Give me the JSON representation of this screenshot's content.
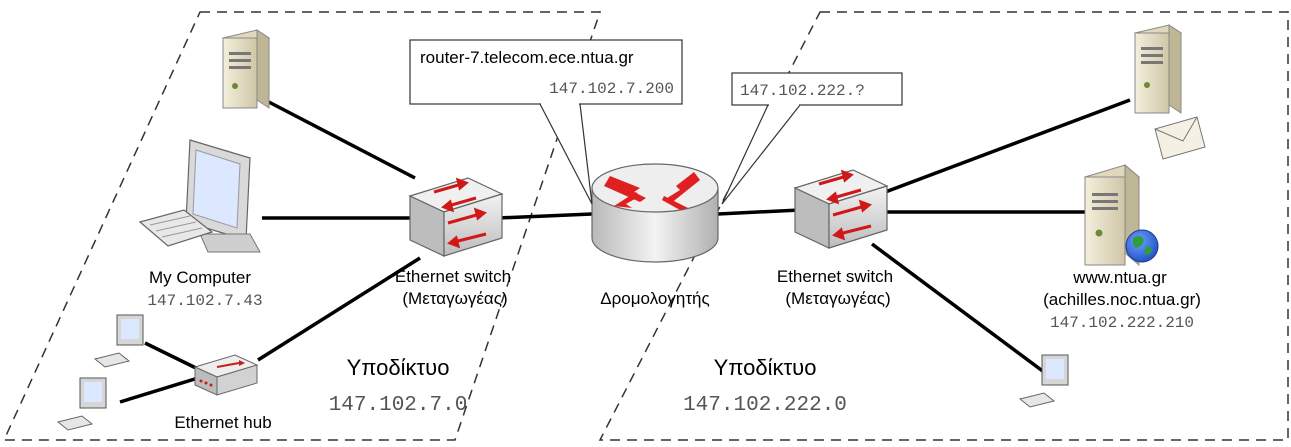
{
  "router": {
    "label": "Δρομολογητής",
    "callout_left": {
      "hostname": "router-7.telecom.ece.ntua.gr",
      "ip": "147.102.7.200"
    },
    "callout_right": {
      "ip": "147.102.222.?"
    }
  },
  "left_subnet": {
    "label": "Υποδίκτυο",
    "network": "147.102.7.0",
    "switch": {
      "line1": "Ethernet switch",
      "line2": "(Μεταγωγέας)"
    },
    "my_computer": {
      "name": "My Computer",
      "ip": "147.102.7.43"
    },
    "hub": {
      "label": "Ethernet hub"
    }
  },
  "right_subnet": {
    "label": "Υποδίκτυο",
    "network": "147.102.222.0",
    "switch": {
      "line1": "Ethernet switch",
      "line2": "(Μεταγωγέας)"
    },
    "web_server": {
      "name": "www.ntua.gr",
      "alias": "(achilles.noc.ntua.gr)",
      "ip": "147.102.222.210"
    }
  },
  "colors": {
    "arrow_red": "#e02020",
    "device_gray": "#c8c8c8",
    "server_beige": "#e9e2c8",
    "globe_blue": "#1f4fc4",
    "globe_green": "#2e9e3a"
  }
}
